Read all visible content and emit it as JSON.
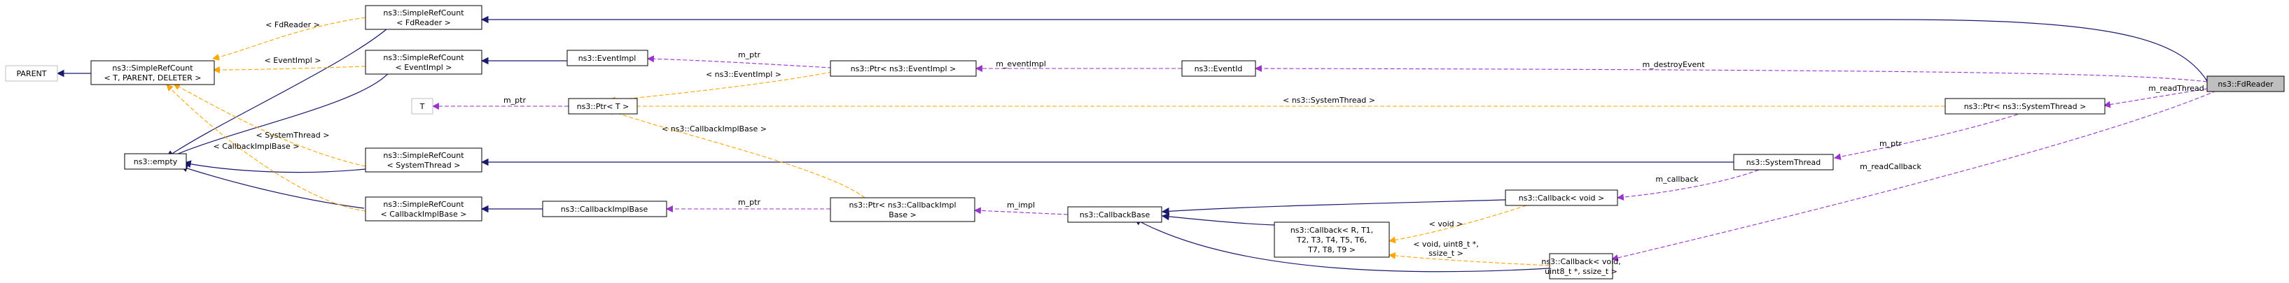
{
  "colors": {
    "inheritance": "#191970",
    "usage": "#9a32cd",
    "template": "#ffa500",
    "focus_fill": "#bfbfbf"
  },
  "nodes": {
    "fdreader": {
      "lines": [
        "ns3::FdReader"
      ]
    },
    "parent": {
      "lines": [
        "PARENT"
      ]
    },
    "simplerefcount_generic": {
      "lines": [
        "ns3::SimpleRefCount",
        "< T, PARENT, DELETER >"
      ]
    },
    "empty": {
      "lines": [
        "ns3::empty"
      ]
    },
    "src_fdreader": {
      "lines": [
        "ns3::SimpleRefCount",
        "< FdReader >"
      ]
    },
    "src_eventimpl": {
      "lines": [
        "ns3::SimpleRefCount",
        "< EventImpl >"
      ]
    },
    "src_systemthread": {
      "lines": [
        "ns3::SimpleRefCount",
        "< SystemThread >"
      ]
    },
    "src_callbackimplbase": {
      "lines": [
        "ns3::SimpleRefCount",
        "< CallbackImplBase >"
      ]
    },
    "t": {
      "lines": [
        "T"
      ]
    },
    "eventimpl": {
      "lines": [
        "ns3::EventImpl"
      ]
    },
    "ptr_t": {
      "lines": [
        "ns3::Ptr< T >"
      ]
    },
    "callbackimplbase": {
      "lines": [
        "ns3::CallbackImplBase"
      ]
    },
    "ptr_eventimpl": {
      "lines": [
        "ns3::Ptr< ns3::EventImpl >"
      ]
    },
    "ptr_callbackimplbase": {
      "lines": [
        "ns3::Ptr< ns3::CallbackImpl",
        "Base >"
      ]
    },
    "eventid": {
      "lines": [
        "ns3::EventId"
      ]
    },
    "callbackbase": {
      "lines": [
        "ns3::CallbackBase"
      ]
    },
    "callback_generic": {
      "lines": [
        "ns3::Callback< R, T1,",
        "T2, T3, T4, T5, T6,",
        "T7, T8, T9 >"
      ]
    },
    "callback_void": {
      "lines": [
        "ns3::Callback< void >"
      ]
    },
    "callback_read": {
      "lines": [
        "ns3::Callback< void,",
        "uint8_t *, ssize_t >"
      ]
    },
    "systemthread": {
      "lines": [
        "ns3::SystemThread"
      ]
    },
    "ptr_systemthread": {
      "lines": [
        "ns3::Ptr< ns3::SystemThread >"
      ]
    }
  },
  "edge_labels": {
    "fdreader_tmpl": "< FdReader >",
    "eventimpl_tmpl": "< EventImpl >",
    "systemthread_tmpl": "< SystemThread >",
    "callbackimplbase_tmpl": "< CallbackImplBase >",
    "m_ptr_t": "m_ptr",
    "m_ptr_eventimpl": "m_ptr",
    "m_ptr_callback": "m_ptr",
    "ptr_eventimpl_tmpl": "< ns3::EventImpl >",
    "ptr_callback_tmpl": "< ns3::CallbackImplBase >",
    "ptr_systemthread_tmpl": "< ns3::SystemThread >",
    "m_eventimpl": "m_eventImpl",
    "m_destroyevent": "m_destroyEvent",
    "m_readthread": "m_readThread",
    "m_ptr_systemthread": "m_ptr",
    "m_callback": "m_callback",
    "m_impl": "m_impl",
    "m_readcallback": "m_readCallback",
    "void_tmpl": "< void >",
    "read_tmpl": [
      "< void, uint8_t *,",
      "ssize_t >"
    ]
  }
}
